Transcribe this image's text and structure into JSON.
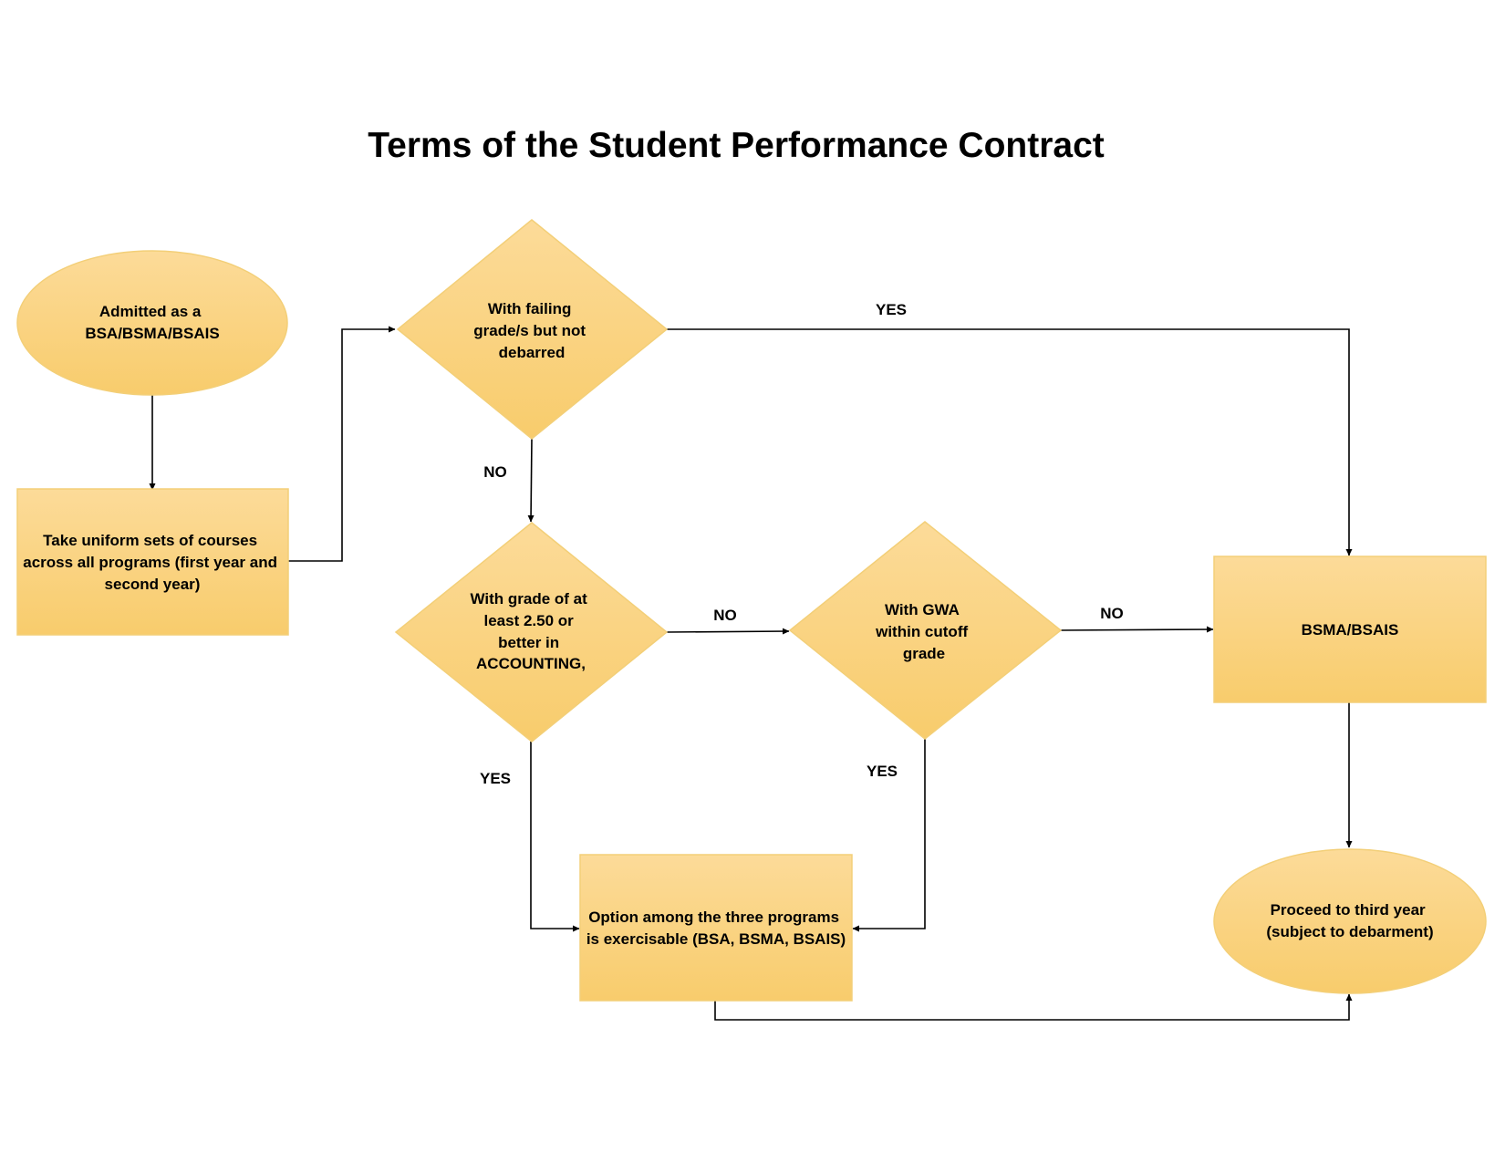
{
  "title": "Terms of the Student Performance Contract",
  "colors": {
    "shape_fill_top": "#fcdb99",
    "shape_fill_bottom": "#f8cc6c",
    "shape_stroke": "#f3cf78",
    "connector": "#000000",
    "text": "#000000"
  },
  "nodes": {
    "admitted": {
      "shape": "ellipse",
      "lines": [
        "Admitted as a",
        "BSA/BSMA/BSAIS"
      ]
    },
    "uniform_courses": {
      "shape": "rectangle",
      "lines": [
        "Take uniform sets of courses",
        "across all programs (first year and",
        "second year)"
      ]
    },
    "failing_grades": {
      "shape": "diamond",
      "lines": [
        "With failing",
        "grade/s but not",
        "debarred"
      ]
    },
    "grade_accounting": {
      "shape": "diamond",
      "lines": [
        "With grade of at",
        "least 2.50 or",
        "better in",
        "ACCOUNTING,"
      ]
    },
    "gwa_cutoff": {
      "shape": "diamond",
      "lines": [
        "With GWA",
        "within cutoff",
        "grade"
      ]
    },
    "bsma_bsais": {
      "shape": "rectangle",
      "lines": [
        "BSMA/BSAIS"
      ]
    },
    "option_programs": {
      "shape": "rectangle",
      "lines": [
        "Option among the three programs",
        "is exercisable (BSA, BSMA, BSAIS)"
      ]
    },
    "third_year": {
      "shape": "ellipse",
      "lines": [
        "Proceed to third year",
        "(subject to debarment)"
      ]
    }
  },
  "edges": [
    {
      "from": "admitted",
      "to": "uniform_courses",
      "label": ""
    },
    {
      "from": "uniform_courses",
      "to": "failing_grades",
      "label": ""
    },
    {
      "from": "failing_grades",
      "to": "bsma_bsais",
      "label": "YES"
    },
    {
      "from": "failing_grades",
      "to": "grade_accounting",
      "label": "NO"
    },
    {
      "from": "grade_accounting",
      "to": "gwa_cutoff",
      "label": "NO"
    },
    {
      "from": "grade_accounting",
      "to": "option_programs",
      "label": "YES"
    },
    {
      "from": "gwa_cutoff",
      "to": "bsma_bsais",
      "label": "NO"
    },
    {
      "from": "gwa_cutoff",
      "to": "option_programs",
      "label": "YES"
    },
    {
      "from": "bsma_bsais",
      "to": "third_year",
      "label": ""
    },
    {
      "from": "option_programs",
      "to": "third_year",
      "label": ""
    }
  ]
}
